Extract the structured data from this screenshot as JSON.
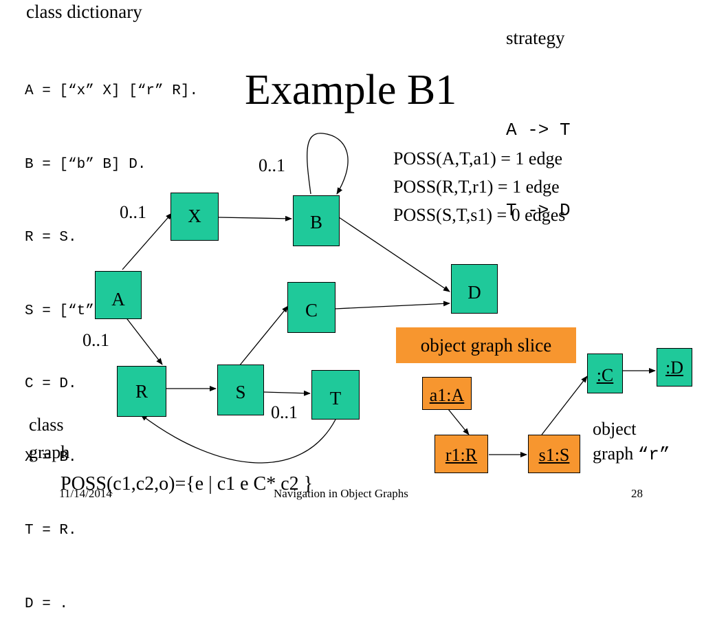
{
  "dictionary": {
    "title": "class dictionary",
    "lines": [
      "A = [“x” X] [“r” R].",
      "B = [“b” B] D.",
      "R = S.",
      "S = [“t” T] C",
      "C = D.",
      "X = B.",
      "T = R.",
      "D = ."
    ]
  },
  "slide_title": "Example B1",
  "strategy": {
    "label": "strategy",
    "lines": [
      "A -> T",
      "T -> D"
    ]
  },
  "poss": [
    "POSS(A,T,a1) = 1 edge",
    "POSS(R,T,r1) = 1 edge",
    "POSS(S,T,s1) = 0 edges"
  ],
  "class_graph": {
    "nodes": [
      "X",
      "B",
      "A",
      "D",
      "C",
      "R",
      "S",
      "T"
    ],
    "multiplicities": [
      "0..1",
      "0..1",
      "0..1",
      "0..1"
    ],
    "caption_line1": "class",
    "caption_line2": "graph"
  },
  "object_graph": {
    "slice_label": "object graph slice",
    "nodes": [
      "a1:A",
      "r1:R",
      "s1:S",
      ":C",
      ":D"
    ],
    "caption_line1": "object",
    "caption_line2_prefix": "graph ",
    "caption_line2_code": "“r”"
  },
  "poss_definition": "POSS(c1,c2,o)={e | c1 e C* c2 }",
  "footer": {
    "date": "11/14/2014",
    "title": "Navigation in Object Graphs",
    "page": "28"
  },
  "colors": {
    "class_node": "#1fc99a",
    "object_node": "#f7962f"
  }
}
